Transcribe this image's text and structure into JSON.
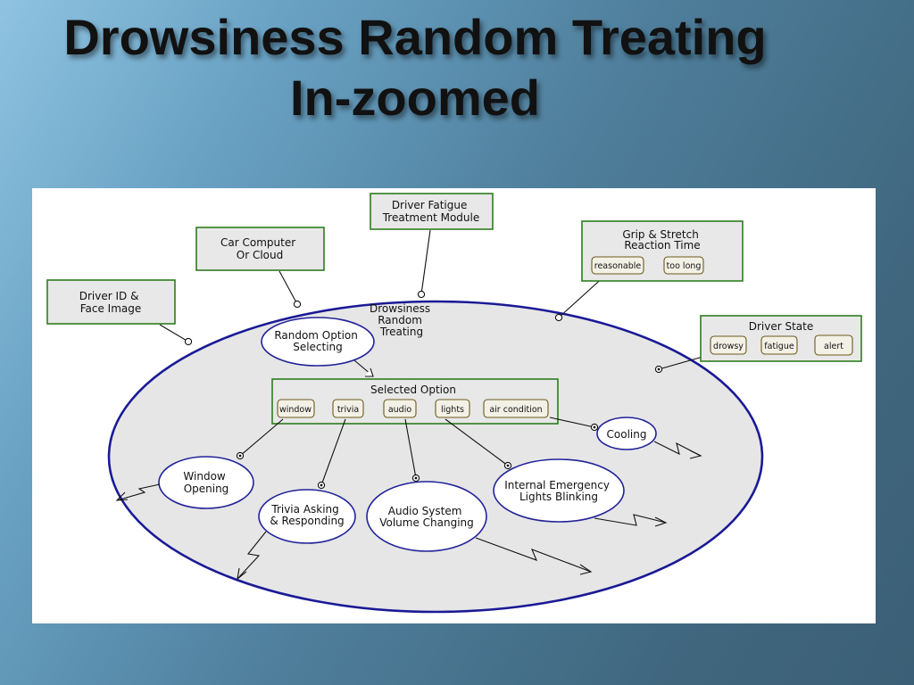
{
  "title": {
    "line1": "Drowsiness Random Treating",
    "line2": "In-zoomed"
  },
  "diagram": {
    "main_process": {
      "line1": "Drowsiness",
      "line2": "Random",
      "line3": "Treating"
    },
    "objects": {
      "driver_id": {
        "line1": "Driver ID & ",
        "line2": "Face Image"
      },
      "car_computer": {
        "line1": "Car Computer",
        "line2": "Or Cloud"
      },
      "fatigue_module": {
        "line1": "Driver Fatigue",
        "line2": "Treatment Module"
      },
      "grip_stretch": {
        "line1": "Grip & Stretch",
        "line2": "Reaction Time",
        "states": [
          "reasonable",
          "too long"
        ]
      },
      "driver_state": {
        "label": "Driver State",
        "states": [
          "drowsy",
          "fatigue",
          "alert"
        ]
      },
      "selected_option": {
        "label": "Selected Option",
        "states": [
          "window",
          "trivia",
          "audio",
          "lights",
          "air condition"
        ]
      }
    },
    "processes": {
      "random_option": {
        "line1": "Random Option",
        "line2": "Selecting"
      },
      "cooling": {
        "line1": "Cooling"
      },
      "window_opening": {
        "line1": "Window",
        "line2": "Opening"
      },
      "trivia": {
        "line1": "Trivia Asking",
        "line2": "& Responding"
      },
      "audio": {
        "line1": "Audio System",
        "line2": "Volume Changing"
      },
      "lights": {
        "line1": "Internal Emergency",
        "line2": "Lights Blinking"
      }
    }
  },
  "colors": {
    "object_border": "#2e7d1f",
    "process_border": "#22229a",
    "main_fill": "#e6e6e6"
  }
}
